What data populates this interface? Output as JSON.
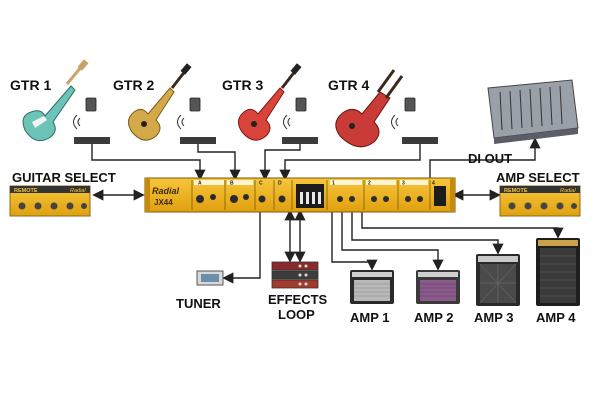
{
  "labels": {
    "gtr1": "GTR 1",
    "gtr2": "GTR 2",
    "gtr3": "GTR 3",
    "gtr4": "GTR 4",
    "di_out": "DI OUT",
    "guitar_select": "GUITAR SELECT",
    "amp_select": "AMP SELECT",
    "tuner": "TUNER",
    "effects_loop_1": "EFFECTS",
    "effects_loop_2": "LOOP",
    "amp1": "AMP 1",
    "amp2": "AMP 2",
    "amp3": "AMP 3",
    "amp4": "AMP 4"
  },
  "device": {
    "brand": "Radial",
    "model": "JX44",
    "input_letters": [
      "A",
      "B",
      "C",
      "D"
    ],
    "output_numbers": [
      "1",
      "2",
      "3",
      "4"
    ],
    "remote_label": "REMOTE",
    "remote_brand": "Radial"
  },
  "colors": {
    "device_yellow": "#f2b31a",
    "device_dark": "#3a2a10",
    "cable": "#222222"
  }
}
